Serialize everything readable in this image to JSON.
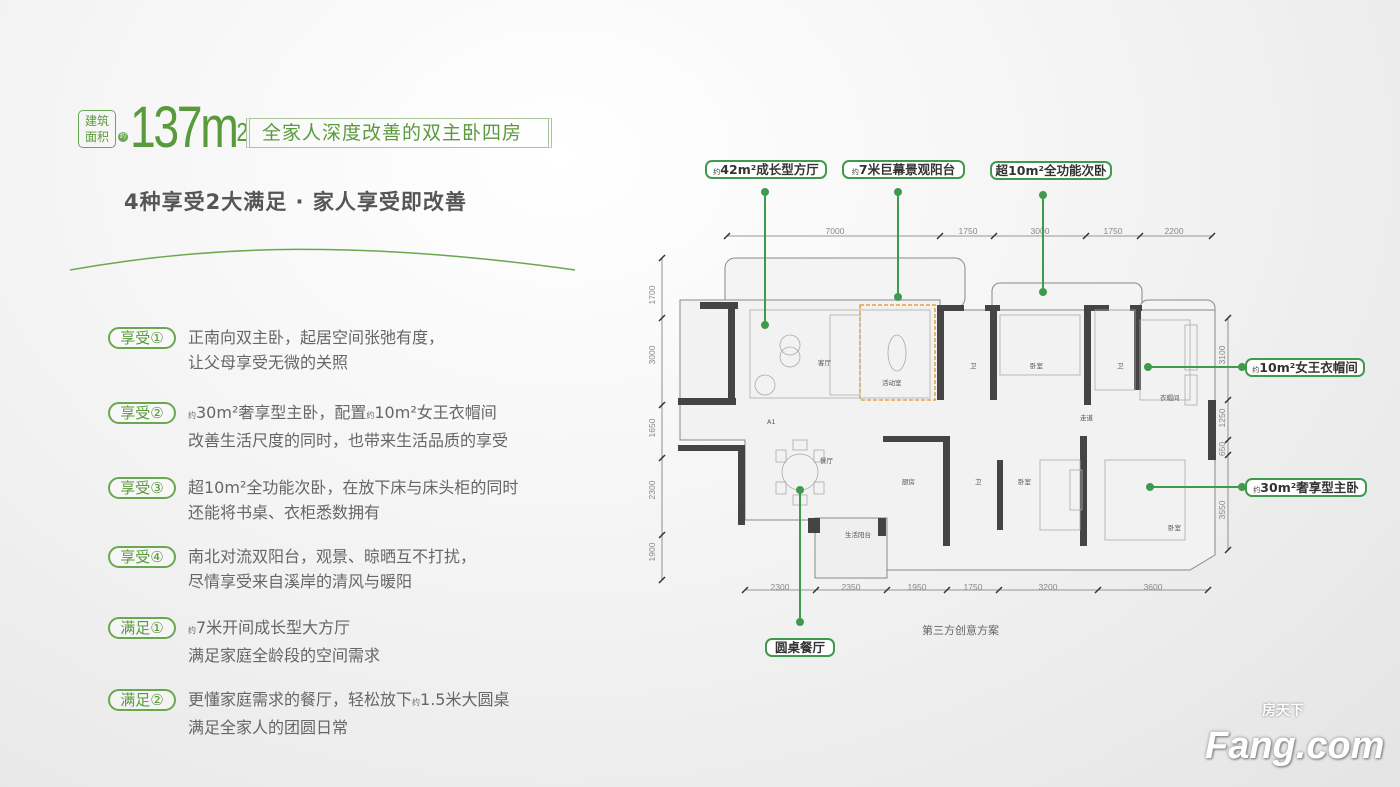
{
  "header": {
    "area_badge": [
      "建筑",
      "面积"
    ],
    "approx": "约",
    "area_value": "137m",
    "area_sup": "2",
    "headline": "全家人深度改善的双主卧四房",
    "subtitle": "4种享受2大满足 · 家人享受即改善"
  },
  "features": [
    {
      "tag": "享受①",
      "line1": [
        "",
        "正南向双主卧，起居空间张弛有度，"
      ],
      "line2": "让父母享受无微的关照"
    },
    {
      "tag": "享受②",
      "line1": [
        "约",
        "30m²奢享型主卧，配置",
        "约",
        "10m²女王衣帽间"
      ],
      "line2": "改善生活尺度的同时，也带来生活品质的享受"
    },
    {
      "tag": "享受③",
      "line1": [
        "",
        "超10m²全功能次卧，在放下床与床头柜的同时"
      ],
      "line2": "还能将书桌、衣柜悉数拥有"
    },
    {
      "tag": "享受④",
      "line1": [
        "",
        "南北对流双阳台，观景、晾晒互不打扰，"
      ],
      "line2": "尽情享受来自溪岸的清风与暖阳"
    },
    {
      "tag": "满足①",
      "line1": [
        "约",
        "7米开间成长型大方厅"
      ],
      "line2": "满足家庭全龄段的空间需求"
    },
    {
      "tag": "满足②",
      "line1": [
        "",
        "更懂家庭需求的餐厅，轻松放下",
        "约",
        "1.5米大圆桌"
      ],
      "line2": "满足全家人的团圆日常"
    }
  ],
  "callouts": {
    "living": [
      "约",
      "42m²成长型方厅"
    ],
    "balcony": [
      "约",
      "7米巨幕景观阳台"
    ],
    "second_bedroom": [
      "",
      "超10m²全功能次卧"
    ],
    "closet": [
      "约",
      "10m²女王衣帽间"
    ],
    "master": [
      "约",
      "30m²奢享型主卧"
    ],
    "dining": [
      "",
      "圆桌餐厅"
    ]
  },
  "dimensions": {
    "top": [
      "7000",
      "1750",
      "3000",
      "1750",
      "2200"
    ],
    "bottom": [
      "2300",
      "2350",
      "1950",
      "1750",
      "3200",
      "3600"
    ],
    "left": [
      "1700",
      "3000",
      "1650",
      "2300",
      "1900"
    ],
    "right": [
      "3100",
      "1250",
      "650",
      "3550"
    ]
  },
  "rooms": {
    "living": "客厅",
    "activity": "活动室",
    "bath1": "卫",
    "bedroom1": "卧室",
    "bath2": "卫",
    "closet": "衣帽间",
    "corridor": "走道",
    "entry": "A1",
    "dining": "餐厅",
    "kitchen": "厨房",
    "bath3": "卫",
    "bedroom2": "卧室",
    "master": "卧室",
    "service_balcony": "生活阳台"
  },
  "caption": "第三方创意方案",
  "watermark": {
    "main": "Fang.com",
    "cn": "房天下"
  },
  "colors": {
    "green": "#5a9a3c",
    "callout_green": "#3f9a4d",
    "wall": "#444444",
    "orange": "#e8a040"
  }
}
